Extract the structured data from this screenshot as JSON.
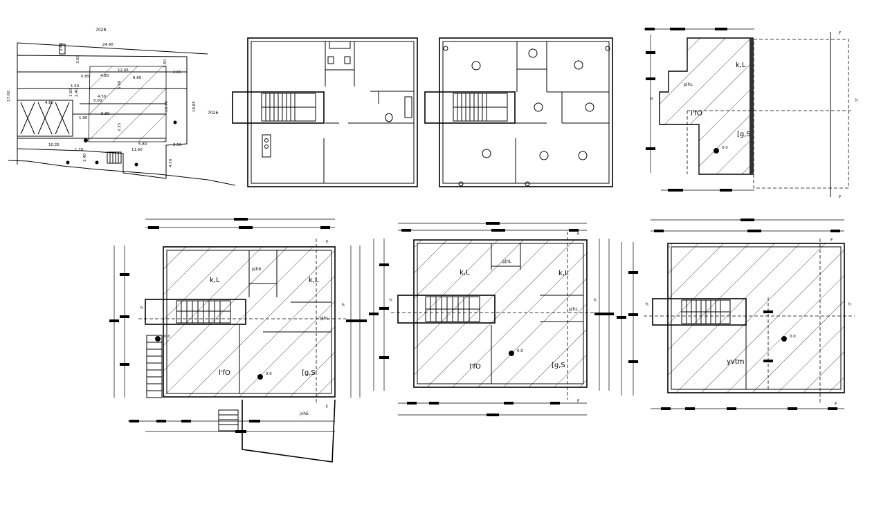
{
  "site_plan": {
    "top_label": "7028",
    "side_label": "7026",
    "dims": [
      "24.90",
      "2.65",
      "3.60",
      "17.60",
      "3.50",
      "12.45",
      "0.85",
      "4.80",
      "6.60",
      "2.65",
      "1.50",
      "5.00",
      "1.60",
      "2.40",
      "4.50",
      "5.00",
      "5.90",
      "4.80",
      "2.25",
      "10.70",
      "18.85",
      "1.90",
      "10.25",
      "5.80",
      "11.60",
      "3.50",
      "1.20",
      "3.40",
      "4.50"
    ]
  },
  "plan_labels": {
    "kitchen": "k,L",
    "bath": "p|hL",
    "bath_alt": "p|hb",
    "living": "l'fO",
    "hall": "[g,S",
    "entrance": "jvhS",
    "roof": "yvtm",
    "level": "0.0",
    "section_f": "F",
    "section_h": "h"
  }
}
